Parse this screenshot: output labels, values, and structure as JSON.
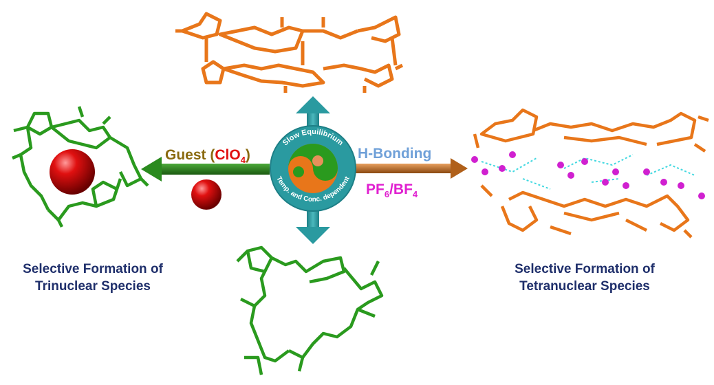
{
  "left_arrow": {
    "label_prefix": "Guest (",
    "label_guest": "ClO",
    "label_sub": "4",
    "label_suffix": ")"
  },
  "right_arrow": {
    "label_top": "H-Bonding",
    "anion1": "PF",
    "anion1_sub": "6",
    "slash": "/",
    "anion2": "BF",
    "anion2_sub": "4"
  },
  "center": {
    "top_text": "Slow Equilibrium",
    "bottom_text": "Temp. and Conc. dependent"
  },
  "left_caption": {
    "line1": "Selective Formation of",
    "line2": "Trinuclear Species"
  },
  "right_caption": {
    "line1": "Selective Formation of",
    "line2": "Tetranuclear Species"
  },
  "colors": {
    "caption": "#1f2f6b",
    "guest": "#8a6a10",
    "clo4": "#e01010",
    "hbond": "#6fa0d8",
    "anion": "#e020d0",
    "green": "#2a9a1e",
    "orange": "#e8761a",
    "teal": "#2a9aa0"
  }
}
